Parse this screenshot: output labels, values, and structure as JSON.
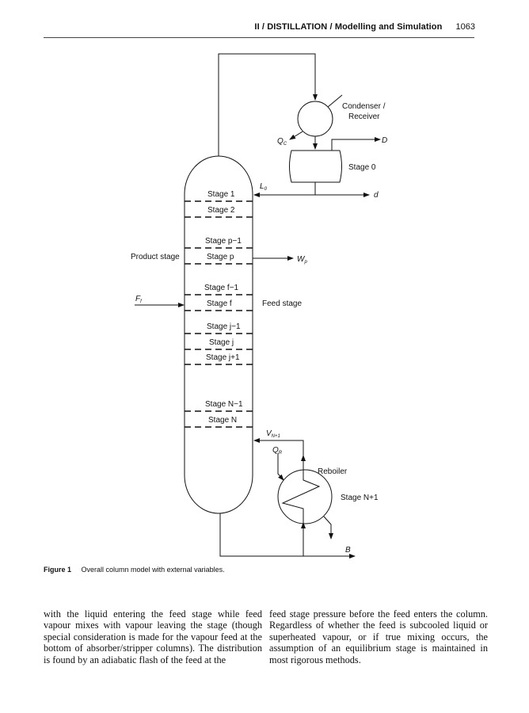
{
  "header": {
    "title": "II / DISTILLATION / Modelling and Simulation",
    "page_number": "1063"
  },
  "diagram": {
    "condenser_label_line1": "Condenser /",
    "condenser_label_line2": "Receiver",
    "qc_label": "Q",
    "qc_sub": "C",
    "distillate_label": "D",
    "stage0_label": "Stage 0",
    "l0_label": "L",
    "l0_sub": "0",
    "d_label": "d",
    "stages": [
      "Stage 1",
      "Stage 2",
      "Stage p−1",
      "Stage p",
      "Stage f−1",
      "Stage f",
      "Stage j−1",
      "Stage j",
      "Stage j+1",
      "Stage N−1",
      "Stage N"
    ],
    "product_stage_label": "Product stage",
    "wp_label": "W",
    "wp_sub": "p",
    "feed_label": "F",
    "feed_sub": "f",
    "feed_stage_label": "Feed stage",
    "vn1_label": "V",
    "vn1_sub": "N+1",
    "qr_label": "Q",
    "qr_sub": "R",
    "reboiler_label": "Reboiler",
    "stageN1_label": "Stage N+1",
    "bottoms_label": "B"
  },
  "caption": {
    "figure": "Figure 1",
    "text": "Overall column model with external variables."
  },
  "body": {
    "left_column": "with the liquid entering the feed stage while feed vapour mixes with vapour leaving the stage (though special consideration is made for the vapour feed at the bottom of absorber/stripper columns). The distribution is found by an adiabatic flash of the feed at the",
    "right_column": "feed stage pressure before the feed enters the column. Regardless of whether the feed is subcooled liquid or superheated vapour, or if true mixing occurs, the assumption of an equilibrium stage is maintained in most rigorous methods."
  }
}
